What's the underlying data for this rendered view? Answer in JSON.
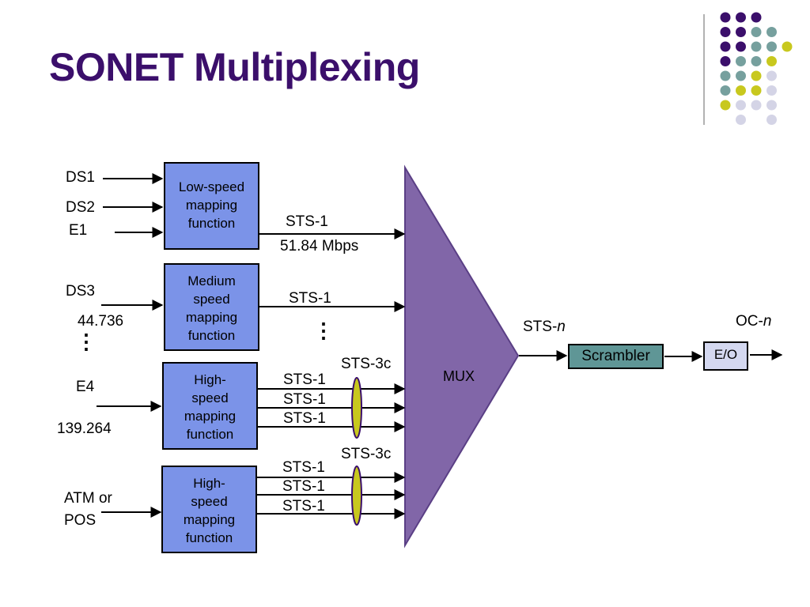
{
  "title": "SONET Multiplexing",
  "inputs": {
    "ds1": "DS1",
    "ds2": "DS2",
    "e1": "E1",
    "ds3": "DS3",
    "ds3_rate": "44.736",
    "e4": "E4",
    "e4_rate": "139.264",
    "atm_line1": "ATM or",
    "atm_line2": "POS",
    "ellipsis": "⋮"
  },
  "boxes": {
    "low_speed": "Low-speed\nmapping\nfunction",
    "medium_speed": "Medium\nspeed\nmapping\nfunction",
    "high_speed_1": "High-\nspeed\nmapping\nfunction",
    "high_speed_2": "High-\nspeed\nmapping\nfunction"
  },
  "signals": {
    "sts1_a": "STS-1",
    "sts1_rate": "51.84 Mbps",
    "sts1_b": "STS-1",
    "ellipsis": "⋮",
    "sts3c_1": "STS-3c",
    "sts3c_1_lines": [
      "STS-1",
      "STS-1",
      "STS-1"
    ],
    "sts3c_2": "STS-3c",
    "sts3c_2_lines": [
      "STS-1",
      "STS-1",
      "STS-1"
    ]
  },
  "mux": {
    "label": "MUX",
    "output_prefix": "STS-",
    "output_suffix": "n"
  },
  "scrambler": "Scrambler",
  "eo": "E/O",
  "oc": {
    "prefix": "OC-",
    "suffix": "n"
  },
  "colors": {
    "title": "#3b0f6b",
    "mapping_box": "#7b93e8",
    "mux": "#8166a8",
    "scrambler": "#5f9696",
    "eo": "#d4d8f0",
    "ellipse": "#c8c81e",
    "deco_purple": "#3b0f6b",
    "deco_teal": "#76a09e",
    "deco_yellow": "#c8c81e",
    "deco_lavender": "#d4d4e6"
  }
}
